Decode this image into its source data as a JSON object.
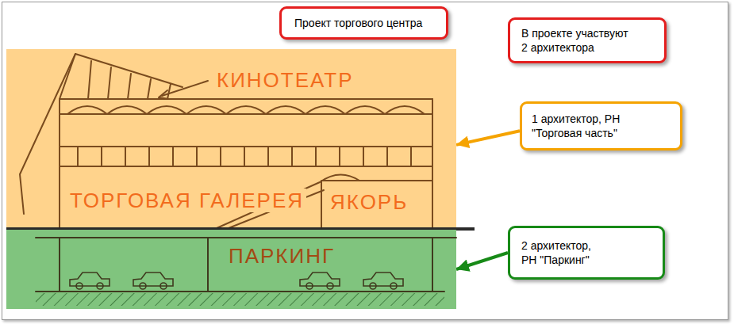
{
  "diagram": {
    "nodes": [
      {
        "text": [
          "Проект торгового центра"
        ]
      },
      {
        "text": [
          "В проекте участвуют 2 архитектора"
        ]
      },
      {
        "text": [
          "КИНОТЕАТР",
          "ТОРГОВАЯ ГАЛЕРЕЯ",
          "ЯКОРЬ"
        ]
      },
      {
        "text": [
          "1 архитектор, РН \"Торговая часть\""
        ]
      },
      {
        "text": [
          "ПАРКИНГ"
        ]
      },
      {
        "text": [
          "2 архитектор, РН \"Паркинг\""
        ]
      }
    ],
    "edges": [
      {
        "from": 3,
        "to": 2,
        "arrow": "to"
      },
      {
        "from": 5,
        "to": 4,
        "arrow": "to"
      }
    ]
  }
}
